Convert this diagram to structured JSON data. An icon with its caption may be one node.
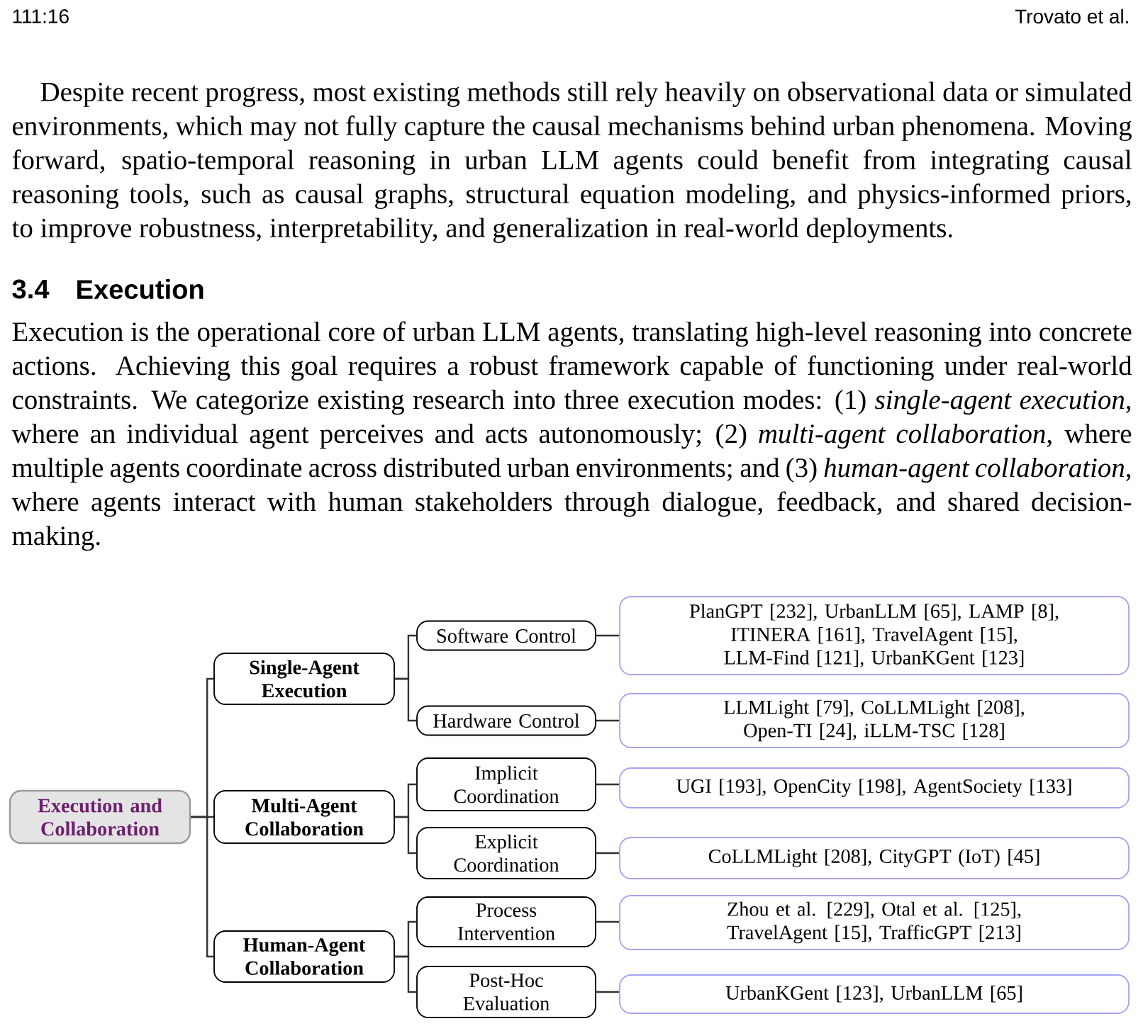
{
  "diagram": {
    "nodes": [
      {
        "text": [
          "Execution and Collaboration"
        ]
      },
      {
        "text": [
          "Single-Agent Execution"
        ]
      },
      {
        "text": [
          "Software Control"
        ]
      },
      {
        "text": [
          "PlanGPT [232], UrbanLLM [65], LAMP [8], ITINERA [161], TravelAgent [15], LLM-Find [121], UrbanKGent [123]"
        ]
      },
      {
        "text": [
          "Hardware Control"
        ]
      },
      {
        "text": [
          "LLMLight [79], CoLLMLight [208], Open-TI [24], iLLM-TSC [128]"
        ]
      },
      {
        "text": [
          "Multi-Agent Collaboration"
        ]
      },
      {
        "text": [
          "Implicit Coordination"
        ]
      },
      {
        "text": [
          "UGI [193], OpenCity [198], AgentSociety [133]"
        ]
      },
      {
        "text": [
          "Explicit Coordination"
        ]
      },
      {
        "text": [
          "CoLLMLight [208], CityGPT (IoT) [45]"
        ]
      },
      {
        "text": [
          "Human-Agent Collaboration"
        ]
      },
      {
        "text": [
          "Process Intervention"
        ]
      },
      {
        "text": [
          "Zhou et al. [229], Otal et al. [125], TravelAgent [15], TrafficGPT [213]"
        ]
      },
      {
        "text": [
          "Post-Hoc Evaluation"
        ]
      },
      {
        "text": [
          "UrbanKGent [123], UrbanLLM [65]"
        ]
      }
    ],
    "edges": [
      {
        "from": 0,
        "to": 1,
        "arrow": "none"
      },
      {
        "from": 0,
        "to": 6,
        "arrow": "none"
      },
      {
        "from": 0,
        "to": 11,
        "arrow": "none"
      },
      {
        "from": 1,
        "to": 2,
        "arrow": "none"
      },
      {
        "from": 1,
        "to": 4,
        "arrow": "none"
      },
      {
        "from": 2,
        "to": 3,
        "arrow": "none"
      },
      {
        "from": 4,
        "to": 5,
        "arrow": "none"
      },
      {
        "from": 6,
        "to": 7,
        "arrow": "none"
      },
      {
        "from": 6,
        "to": 9,
        "arrow": "none"
      },
      {
        "from": 7,
        "to": 8,
        "arrow": "none"
      },
      {
        "from": 9,
        "to": 10,
        "arrow": "none"
      },
      {
        "from": 11,
        "to": 12,
        "arrow": "none"
      },
      {
        "from": 11,
        "to": 14,
        "arrow": "none"
      },
      {
        "from": 12,
        "to": 13,
        "arrow": "none"
      },
      {
        "from": 14,
        "to": 15,
        "arrow": "none"
      }
    ],
    "labels": [
      "111:16",
      "Trovato et al.",
      "Despite recent progress, most existing methods still rely heavily on observational data or simulated environments, which may not fully capture the causal mechanisms behind urban phenomena. Moving forward, spatio-temporal reasoning in urban LLM agents could benefit from integrating causal reasoning tools, such as causal graphs, structural equation modeling, and physics-informed priors, to improve robustness, interpretability, and generalization in real-world deployments.",
      "3.4",
      "Execution",
      "Execution is the operational core of urban LLM agents, translating high-level reasoning into concrete actions. Achieving this goal requires a robust framework capable of functioning under real-world constraints. We categorize existing research into three execution modes: (1) *single-agent execution*, where an individual agent perceives and acts autonomously; (2) *multi-agent collaboration*, where multiple agents coordinate across distributed urban environments; and (3) *human-agent collaboration*, where agents interact with human stakeholders through dialogue, feedback, and shared decision-making."
    ]
  }
}
